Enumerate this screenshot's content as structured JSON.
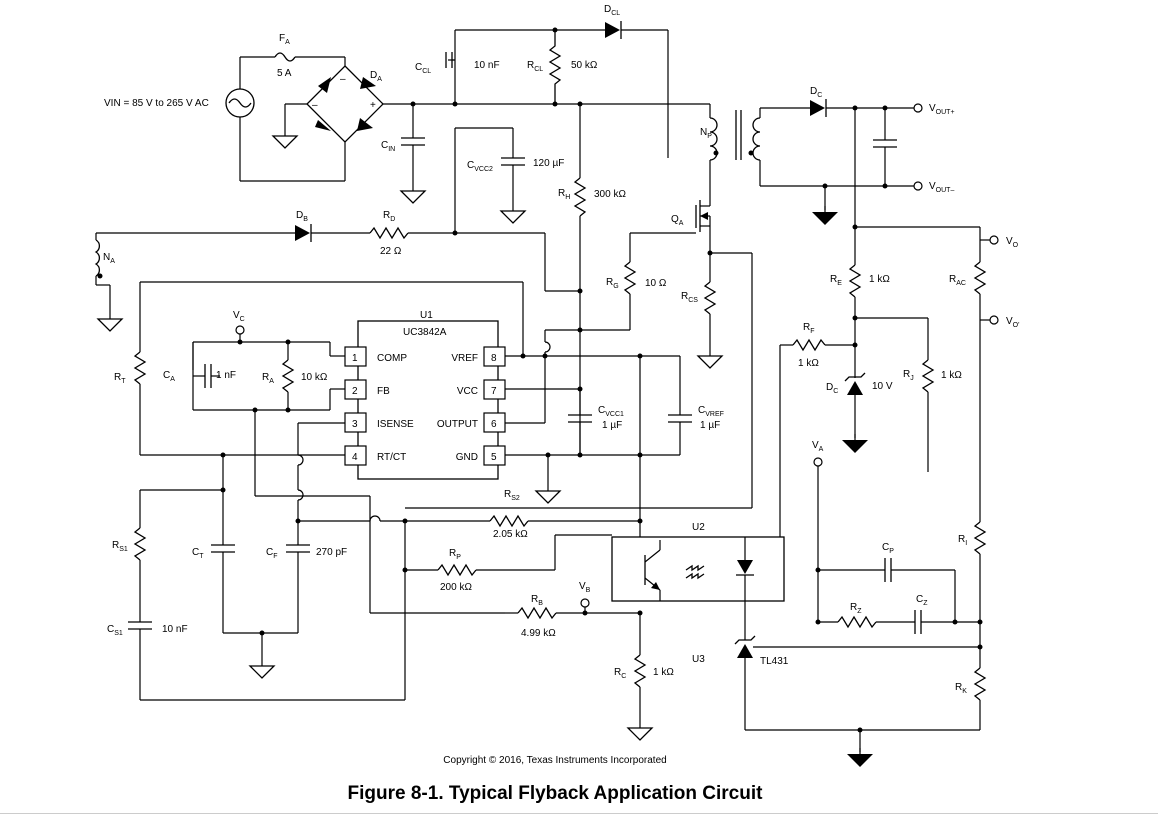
{
  "figure": {
    "title": "Figure 8-1. Typical Flyback Application Circuit",
    "copyright": "Copyright © 2016, Texas Instruments Incorporated"
  },
  "input": {
    "vin": "VIN = 85 V to 265 V AC"
  },
  "components": {
    "FA": {
      "ref": "F",
      "sub": "A",
      "value": "5 A"
    },
    "DA": {
      "ref": "D",
      "sub": "A"
    },
    "CIN": {
      "ref": "C",
      "sub": "IN"
    },
    "CCL": {
      "ref": "C",
      "sub": "CL",
      "value": "10 nF"
    },
    "RCL": {
      "ref": "R",
      "sub": "CL",
      "value": "50 kΩ"
    },
    "DCL": {
      "ref": "D",
      "sub": "CL"
    },
    "CVCC2": {
      "ref": "C",
      "sub": "VCC2",
      "value": "120 µF"
    },
    "RH": {
      "ref": "R",
      "sub": "H",
      "value": "300 kΩ"
    },
    "NP": {
      "ref": "N",
      "sub": "P"
    },
    "NA": {
      "ref": "N",
      "sub": "A"
    },
    "DC_out": {
      "ref": "D",
      "sub": "C"
    },
    "DB": {
      "ref": "D",
      "sub": "B"
    },
    "RD": {
      "ref": "R",
      "sub": "D",
      "value": "22 Ω"
    },
    "QA": {
      "ref": "Q",
      "sub": "A"
    },
    "RG": {
      "ref": "R",
      "sub": "G",
      "value": "10 Ω"
    },
    "RCS": {
      "ref": "R",
      "sub": "CS"
    },
    "RE": {
      "ref": "R",
      "sub": "E",
      "value": "1 kΩ"
    },
    "RAC": {
      "ref": "R",
      "sub": "AC"
    },
    "RF": {
      "ref": "R",
      "sub": "F",
      "value": "1 kΩ"
    },
    "DC_zener": {
      "ref": "D",
      "sub": "C",
      "value": "10 V"
    },
    "RJ": {
      "ref": "R",
      "sub": "J",
      "value": "1 kΩ"
    },
    "RT": {
      "ref": "R",
      "sub": "T"
    },
    "CA": {
      "ref": "C",
      "sub": "A",
      "value": "1 nF"
    },
    "RA": {
      "ref": "R",
      "sub": "A",
      "value": "10 kΩ"
    },
    "CVCC1": {
      "ref": "C",
      "sub": "VCC1",
      "value": "1 µF"
    },
    "CVREF": {
      "ref": "C",
      "sub": "VREF",
      "value": "1 µF"
    },
    "RS2": {
      "ref": "R",
      "sub": "S2",
      "value": "2.05 kΩ"
    },
    "RS1": {
      "ref": "R",
      "sub": "S1"
    },
    "CT": {
      "ref": "C",
      "sub": "T"
    },
    "CF": {
      "ref": "C",
      "sub": "F",
      "value": "270 pF"
    },
    "CS1": {
      "ref": "C",
      "sub": "S1",
      "value": "10 nF"
    },
    "RP": {
      "ref": "R",
      "sub": "P",
      "value": "200 kΩ"
    },
    "RB": {
      "ref": "R",
      "sub": "B",
      "value": "4.99 kΩ"
    },
    "RC": {
      "ref": "R",
      "sub": "C",
      "value": "1 kΩ"
    },
    "CP": {
      "ref": "C",
      "sub": "P"
    },
    "RZ": {
      "ref": "R",
      "sub": "Z"
    },
    "CZ": {
      "ref": "C",
      "sub": "Z"
    },
    "RI": {
      "ref": "R",
      "sub": "I"
    },
    "RK": {
      "ref": "R",
      "sub": "K"
    }
  },
  "nodes": {
    "VOUTP": {
      "ref": "V",
      "sub": "OUT+"
    },
    "VOUTM": {
      "ref": "V",
      "sub": "OUT–"
    },
    "VO": {
      "ref": "V",
      "sub": "O"
    },
    "VO2": {
      "ref": "V",
      "sub": "O'"
    },
    "VC": {
      "ref": "V",
      "sub": "C"
    },
    "VA": {
      "ref": "V",
      "sub": "A"
    },
    "VB": {
      "ref": "V",
      "sub": "B"
    }
  },
  "ic": {
    "name": "U1",
    "part": "UC3842A",
    "pins": [
      {
        "num": "1",
        "name": "COMP"
      },
      {
        "num": "2",
        "name": "FB"
      },
      {
        "num": "3",
        "name": "ISENSE"
      },
      {
        "num": "4",
        "name": "RT/CT"
      },
      {
        "num": "8",
        "name": "VREF"
      },
      {
        "num": "7",
        "name": "VCC"
      },
      {
        "num": "6",
        "name": "OUTPUT"
      },
      {
        "num": "5",
        "name": "GND"
      }
    ]
  },
  "optocoupler": {
    "name": "U2"
  },
  "shunt": {
    "name": "U3",
    "part": "TL431"
  },
  "bridge": {
    "plus": "+",
    "minus": "–"
  }
}
